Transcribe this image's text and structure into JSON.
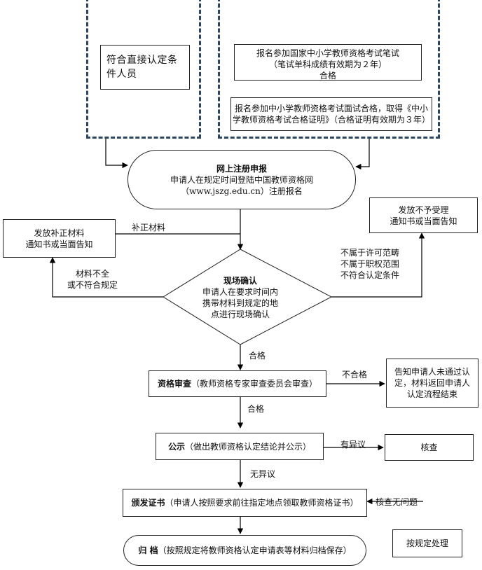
{
  "paths": {
    "direct": "符合直接认定条件人员",
    "written_exam": {
      "line1": "报名参加国家中小学教师资格考试笔试",
      "line2": "（笔试单科成绩有效期为２年）",
      "line3": "合格"
    },
    "interview_exam": {
      "line1": "报名参加中小学教师资格考试面试合格，取得《中小",
      "line2": "学教师资格考试合格证明》（合格证明有效期为３年）"
    }
  },
  "online": {
    "title": "网上注册申报",
    "line1": "申请人在规定时间登陆中国教师资格网",
    "line2": "（www.jszg.edu.cn）注册报名"
  },
  "supplement_box": {
    "line1": "发放补正材料",
    "line2": "通知书或当面告知"
  },
  "reject_box": {
    "line1": "发放不予受理",
    "line2": "通知书或当面告知"
  },
  "labels": {
    "supplement_materials": "补正材料",
    "incomplete": [
      "材料不全",
      "或不符合规定"
    ],
    "out_of_scope": [
      "不属于许可范畴",
      "不属于职权范围",
      "不符合认定条件"
    ],
    "pass1": "合格",
    "fail": "不合格",
    "pass2": "合格",
    "objection": "有异议",
    "no_objection": "无异议",
    "verified_ok": "核查无问题"
  },
  "site_confirm": {
    "title": "现场确认",
    "lines": [
      "申请人在要求时间内",
      "携带材料到规定的地",
      "点进行现场确认"
    ]
  },
  "qualification": {
    "bold": "资格审查",
    "rest": "（教师资格专家审查委员会审查）"
  },
  "fail_notice": {
    "lines": [
      "告知申请人未通过认",
      "定，材料返回申请人",
      "认定流程结束"
    ]
  },
  "publicity": {
    "bold": "公示",
    "rest": "（做出教师资格认定结论并公示）"
  },
  "verify": "核查",
  "issue": {
    "bold": "颁发证书",
    "rest": "（申请人按照要求前往指定地点领取教师资格证书）"
  },
  "archive": {
    "bold": "归 档",
    "rest": "（按照规定将教师资格认定申请表等材料归档保存）"
  },
  "regulation": "按规定处理"
}
